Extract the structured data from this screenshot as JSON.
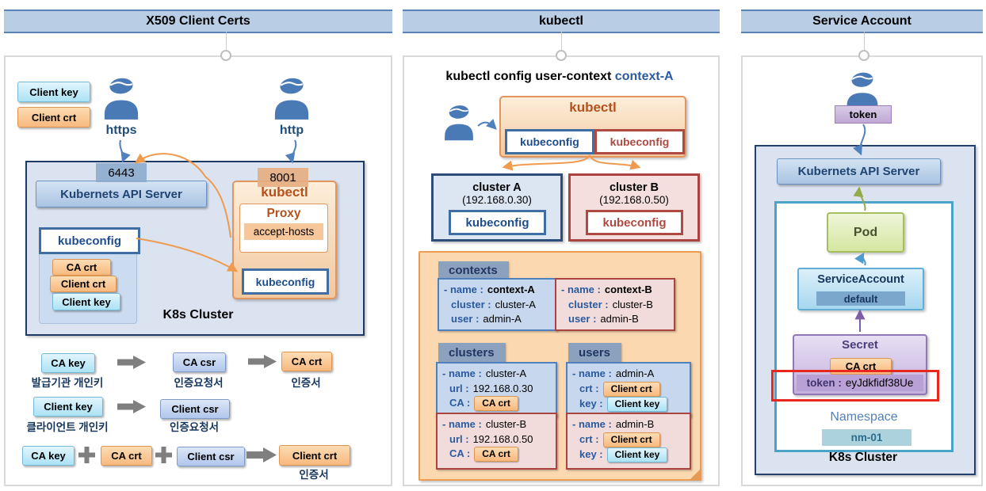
{
  "panel1": {
    "title": "X509 Client Certs",
    "legend_client_key": "Client key",
    "legend_client_crt": "Client crt",
    "user_https": "https",
    "user_http": "http",
    "port_6443": "6443",
    "port_8001": "8001",
    "api_server": "Kubernets API Server",
    "kubectl_title": "kubectl",
    "proxy_title": "Proxy",
    "accept_hosts": "accept-hosts",
    "kubectl_kubeconfig": "kubeconfig",
    "kubeconfig_title": "kubeconfig",
    "kubeconfig_items": [
      "CA crt",
      "Client crt",
      "Client key"
    ],
    "cluster_label": "K8s Cluster",
    "flow1": {
      "a": "CA key",
      "a_cap": "발급기관 개인키",
      "b": "CA csr",
      "b_cap": "인증요청서",
      "c": "CA crt",
      "c_cap": "인증서"
    },
    "flow2": {
      "a": "Client key",
      "a_cap": "클라이언트 개인키",
      "b": "Client csr",
      "b_cap": "인증요청서"
    },
    "flow3": {
      "a": "CA key",
      "b": "CA crt",
      "c": "Client csr",
      "d": "Client crt",
      "d_cap": "인증서"
    }
  },
  "panel2": {
    "title": "kubectl",
    "command": "kubectl config user-context",
    "command_arg": "context-A",
    "kubectl_title": "kubectl",
    "kubeconfig_a": "kubeconfig",
    "kubeconfig_b": "kubeconfig",
    "cluster_a": {
      "name": "cluster A",
      "ip": "(192.168.0.30)",
      "kubeconfig": "kubeconfig"
    },
    "cluster_b": {
      "name": "cluster B",
      "ip": "(192.168.0.50)",
      "kubeconfig": "kubeconfig"
    },
    "note": {
      "contexts_title": "contexts",
      "context_a": {
        "rows": [
          {
            "k": "- name :",
            "v": "context-A"
          },
          {
            "k": "cluster :",
            "v": "cluster-A"
          },
          {
            "k": "user :",
            "v": "admin-A"
          }
        ]
      },
      "context_b": {
        "rows": [
          {
            "k": "- name :",
            "v": "context-B"
          },
          {
            "k": "cluster :",
            "v": "cluster-B"
          },
          {
            "k": "user :",
            "v": "admin-B"
          }
        ]
      },
      "clusters_title": "clusters",
      "cluster_a": {
        "name_label": "- name :",
        "name": "cluster-A",
        "url_label": "url :",
        "url": "192.168.0.30",
        "ca_label": "CA :",
        "ca_tag": "CA crt"
      },
      "cluster_b": {
        "name_label": "- name :",
        "name": "cluster-B",
        "url_label": "url :",
        "url": "192.168.0.50",
        "ca_label": "CA :",
        "ca_tag": "CA crt"
      },
      "users_title": "users",
      "user_a": {
        "name_label": "- name :",
        "name": "admin-A",
        "crt_label": "crt :",
        "crt_tag": "Client crt",
        "key_label": "key :",
        "key_tag": "Client key"
      },
      "user_b": {
        "name_label": "- name :",
        "name": "admin-B",
        "crt_label": "crt :",
        "crt_tag": "Client crt",
        "key_label": "key :",
        "key_tag": "Client key"
      }
    }
  },
  "panel3": {
    "title": "Service Account",
    "token_label": "token",
    "api_server": "Kubernets API Server",
    "pod": "Pod",
    "service_account": "ServiceAccount",
    "sa_default": "default",
    "secret": "Secret",
    "secret_ca": "CA crt",
    "token_key": "token :",
    "token_value": "eyJdkfidf38Ue",
    "namespace_label": "Namespace",
    "namespace_name": "nm-01",
    "cluster_label": "K8s Cluster"
  }
}
